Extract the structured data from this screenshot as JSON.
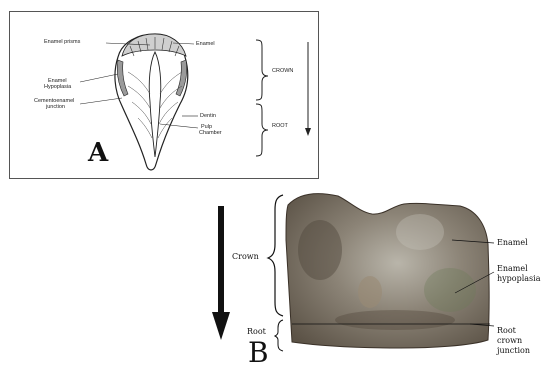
{
  "panel_a": {
    "letter": "A",
    "labels": {
      "enamel_prisms": "Enamel prisms",
      "enamel": "Enamel",
      "enamel_hypoplasia_1": "Enamel",
      "enamel_hypoplasia_2": "Hypoplasia",
      "cej_1": "Cementoenamel",
      "cej_2": "junction",
      "dentin": "Dentin",
      "pulp_1": "Pulp",
      "pulp_2": "Chamber",
      "crown": "CROWN",
      "root": "ROOT"
    }
  },
  "panel_b": {
    "letter": "B",
    "labels": {
      "crown": "Crown",
      "root": "Root",
      "enamel": "Enamel",
      "enamel_hypoplasia_1": "Enamel",
      "enamel_hypoplasia_2": "hypoplasia",
      "rcj_1": "Root",
      "rcj_2": "crown",
      "rcj_3": "junction"
    }
  },
  "colors": {
    "tooth_photo_base": "#6f665a",
    "tooth_photo_light": "#b9b5aa",
    "line": "#111111"
  }
}
